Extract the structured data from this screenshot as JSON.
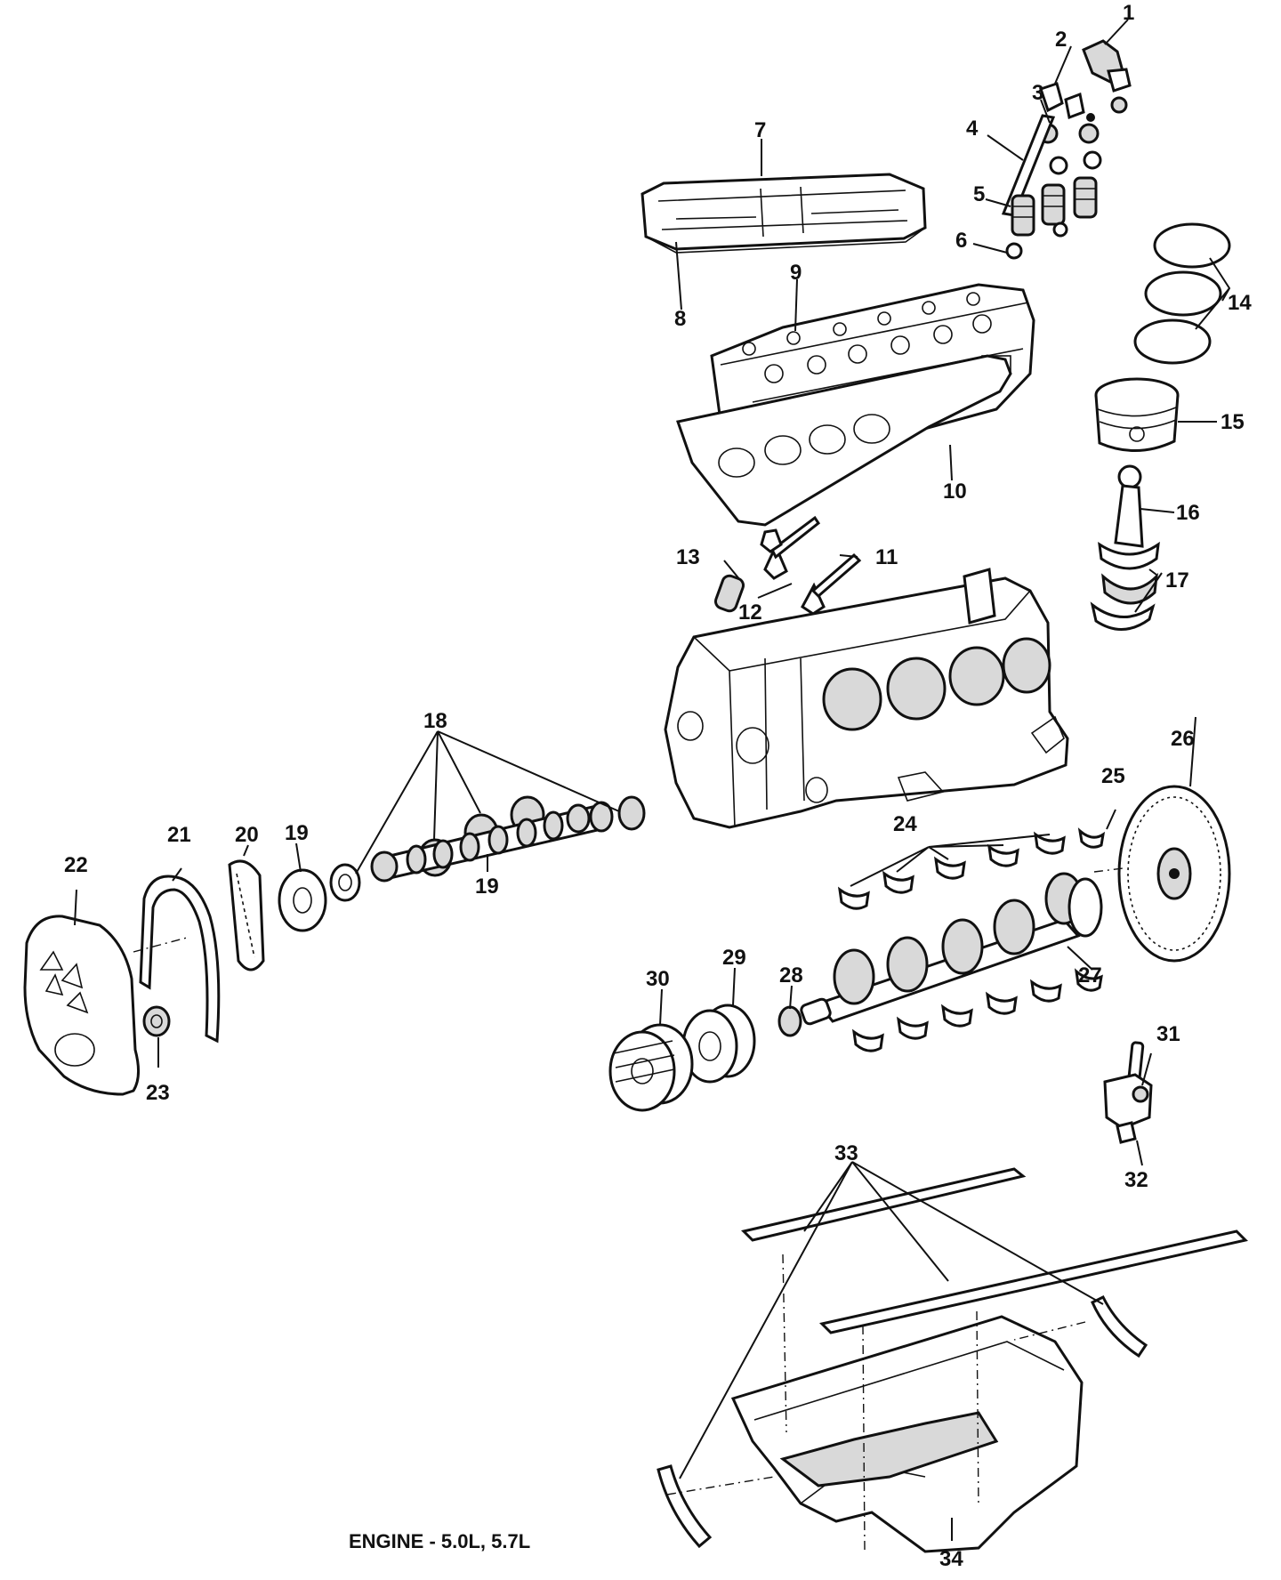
{
  "caption": "ENGINE - 5.0L, 5.7L",
  "callouts": [
    "1",
    "2",
    "3",
    "4",
    "5",
    "6",
    "7",
    "8",
    "9",
    "10",
    "11",
    "12",
    "13",
    "14",
    "15",
    "16",
    "17",
    "18",
    "19",
    "19",
    "20",
    "21",
    "22",
    "23",
    "24",
    "25",
    "26",
    "27",
    "28",
    "29",
    "30",
    "31",
    "32",
    "33",
    "34"
  ]
}
